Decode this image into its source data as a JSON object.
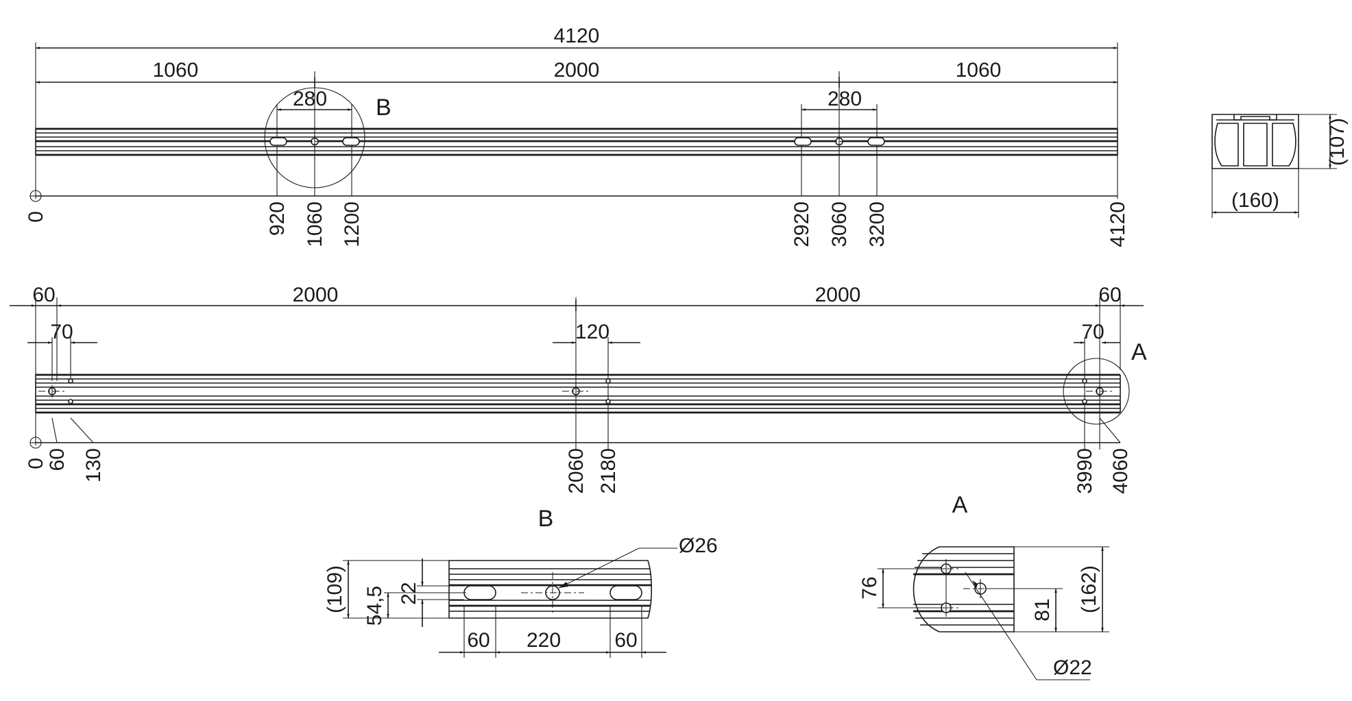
{
  "colors": {
    "line": "#1a1a1a",
    "background": "#ffffff"
  },
  "view_top": {
    "overall": "4120",
    "left_segment": "1060",
    "middle_segment": "2000",
    "right_segment": "1060",
    "slot_spacing_left": "280",
    "slot_spacing_right": "280",
    "detail_label": "B",
    "ordinates": [
      "0",
      "920",
      "1060",
      "1200",
      "2920",
      "3060",
      "3200",
      "4120"
    ]
  },
  "view_bottom": {
    "left_edge": "60",
    "segment_left": "2000",
    "segment_right": "2000",
    "right_edge": "60",
    "hole_spacing_left": "70",
    "hole_spacing_middle": "120",
    "hole_spacing_right": "70",
    "detail_label": "A",
    "ordinates": [
      "0",
      "60",
      "130",
      "2060",
      "2180",
      "3990",
      "4060"
    ]
  },
  "section": {
    "height": "(107)",
    "width": "(160)"
  },
  "detail_b": {
    "title": "B",
    "overall_height": "(109)",
    "center_height": "54,5",
    "slot_width": "22",
    "hole_diameter": "Ø26",
    "slot_length_left": "60",
    "slot_spacing": "220",
    "slot_length_right": "60"
  },
  "detail_a": {
    "title": "A",
    "hole_spacing": "76",
    "hole_height": "81",
    "overall_height": "(162)",
    "hole_diameter": "Ø22"
  }
}
